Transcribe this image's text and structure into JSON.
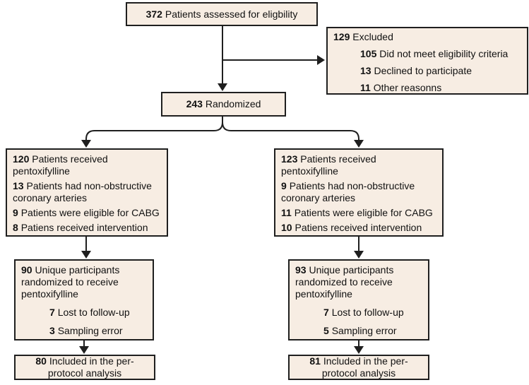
{
  "colors": {
    "background": "#ffffff",
    "box_fill": "#f7ede3",
    "box_border": "#1f1f1f",
    "connector_line": "#1f1f1f",
    "text": "#111111"
  },
  "boxes": {
    "assessed": {
      "entries": [
        {
          "num": "372",
          "text": "Patients assessed for eligbility"
        }
      ]
    },
    "excluded": {
      "entries": [
        {
          "num": "129",
          "text": "Excluded"
        },
        {
          "num": "105",
          "text": "Did not meet eligibility criteria"
        },
        {
          "num": "13",
          "text": "Declined to participate"
        },
        {
          "num": "11",
          "text": "Other reasonns"
        }
      ]
    },
    "randomized": {
      "entries": [
        {
          "num": "243",
          "text": "Randomized"
        }
      ]
    },
    "left_arm": {
      "entries": [
        {
          "num": "120",
          "text": "Patients received\npentoxifylline"
        },
        {
          "num": "13",
          "text": "Patients had non-obstructive\ncoronary arteries"
        },
        {
          "num": "9",
          "text": "Patients were eligible for CABG"
        },
        {
          "num": "8",
          "text": "Patiens received intervention"
        }
      ]
    },
    "right_arm": {
      "entries": [
        {
          "num": "123",
          "text": "Patients received\npentoxifylline"
        },
        {
          "num": "9",
          "text": "Patients had non-obstructive\ncoronary arteries"
        },
        {
          "num": "11",
          "text": "Patients were eligible for CABG"
        },
        {
          "num": "10",
          "text": "Patiens received intervention"
        }
      ]
    },
    "left_followup": {
      "entries": [
        {
          "num": "90",
          "text": "Unique participants\nrandomized to receive\npentoxifylline"
        },
        {
          "num": "7",
          "text": "Lost to follow-up"
        },
        {
          "num": "3",
          "text": "Sampling error"
        }
      ]
    },
    "right_followup": {
      "entries": [
        {
          "num": "93",
          "text": "Unique participants\nrandomized to receive\npentoxifylline"
        },
        {
          "num": "7",
          "text": "Lost to follow-up"
        },
        {
          "num": "5",
          "text": "Sampling error"
        }
      ]
    },
    "left_analysis": {
      "entries": [
        {
          "num": "80",
          "text": "Included in the per-\nprotocol analysis"
        }
      ]
    },
    "right_analysis": {
      "entries": [
        {
          "num": "81",
          "text": "Included in the per-\nprotocol analysis"
        }
      ]
    }
  }
}
